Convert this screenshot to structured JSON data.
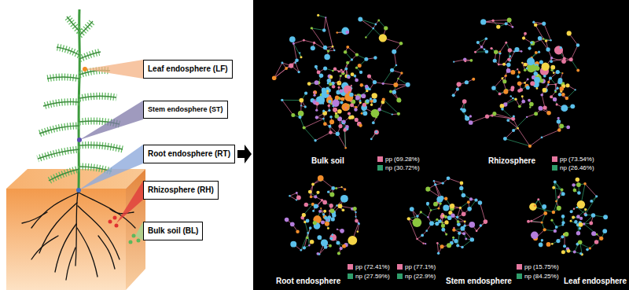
{
  "diagram": {
    "nodes": [
      {
        "text": [
          "Leaf endosphere (LF)"
        ]
      },
      {
        "text": [
          "Stem endosphere (ST)"
        ]
      },
      {
        "text": [
          "Root endosphere (RT)"
        ]
      },
      {
        "text": [
          "Rhizosphere (RH)"
        ]
      },
      {
        "text": [
          "Bulk soil (BL)"
        ]
      },
      {
        "text": [
          "Bulk soil"
        ]
      },
      {
        "text": [
          "Rhizosphere"
        ]
      },
      {
        "text": [
          "Root endosphere"
        ]
      },
      {
        "text": [
          "Stem endosphere"
        ]
      },
      {
        "text": [
          "Leaf endosphere"
        ]
      }
    ],
    "legend": [
      {
        "text": "pp (69.28%)",
        "color": "#e5779f"
      },
      {
        "text": "np (30.72%)",
        "color": "#2f9e6b"
      },
      {
        "text": "pp (73.54%)",
        "color": "#e5779f"
      },
      {
        "text": "np (26.46%)",
        "color": "#2f9e6b"
      },
      {
        "text": "pp (72.41%)",
        "color": "#e5779f"
      },
      {
        "text": "np (27.59%)",
        "color": "#2f9e6b"
      },
      {
        "text": "pp (77.1%)",
        "color": "#e5779f"
      },
      {
        "text": "np (22.9%)",
        "color": "#2f9e6b"
      },
      {
        "text": "pp (15.75%)",
        "color": "#e5779f"
      },
      {
        "text": "np (84.25%)",
        "color": "#2f9e6b"
      }
    ]
  }
}
